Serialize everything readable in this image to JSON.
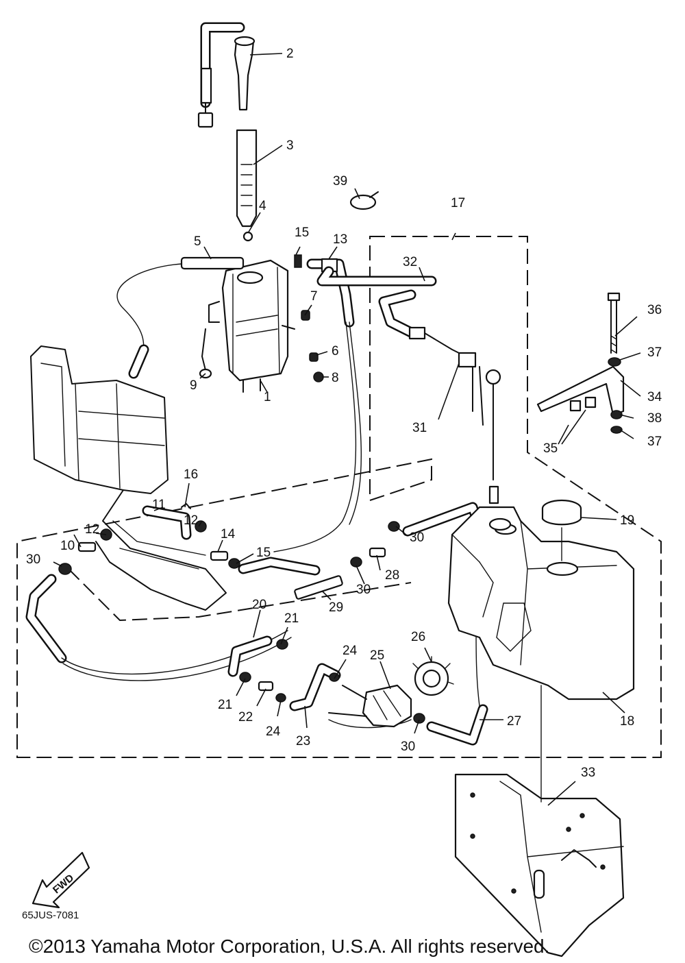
{
  "diagram": {
    "figure_code": "65JUS-7081",
    "copyright": "©2013 Yamaha Motor Corporation, U.S.A. All rights reserved.",
    "direction_label": "FWD",
    "callouts": [
      {
        "id": "c1",
        "text": "1"
      },
      {
        "id": "c2",
        "text": "2"
      },
      {
        "id": "c3",
        "text": "3"
      },
      {
        "id": "c4",
        "text": "4"
      },
      {
        "id": "c5",
        "text": "5"
      },
      {
        "id": "c6",
        "text": "6"
      },
      {
        "id": "c7",
        "text": "7"
      },
      {
        "id": "c8",
        "text": "8"
      },
      {
        "id": "c9",
        "text": "9"
      },
      {
        "id": "c10",
        "text": "10"
      },
      {
        "id": "c11",
        "text": "11"
      },
      {
        "id": "c12a",
        "text": "12"
      },
      {
        "id": "c12b",
        "text": "12"
      },
      {
        "id": "c13",
        "text": "13"
      },
      {
        "id": "c14",
        "text": "14"
      },
      {
        "id": "c15a",
        "text": "15"
      },
      {
        "id": "c15b",
        "text": "15"
      },
      {
        "id": "c16",
        "text": "16"
      },
      {
        "id": "c17",
        "text": "17"
      },
      {
        "id": "c18",
        "text": "18"
      },
      {
        "id": "c19",
        "text": "19"
      },
      {
        "id": "c20",
        "text": "20"
      },
      {
        "id": "c21a",
        "text": "21"
      },
      {
        "id": "c21b",
        "text": "21"
      },
      {
        "id": "c22",
        "text": "22"
      },
      {
        "id": "c23",
        "text": "23"
      },
      {
        "id": "c24a",
        "text": "24"
      },
      {
        "id": "c24b",
        "text": "24"
      },
      {
        "id": "c25",
        "text": "25"
      },
      {
        "id": "c26",
        "text": "26"
      },
      {
        "id": "c27",
        "text": "27"
      },
      {
        "id": "c28",
        "text": "28"
      },
      {
        "id": "c29",
        "text": "29"
      },
      {
        "id": "c30a",
        "text": "30"
      },
      {
        "id": "c30b",
        "text": "30"
      },
      {
        "id": "c30c",
        "text": "30"
      },
      {
        "id": "c30d",
        "text": "30"
      },
      {
        "id": "c31",
        "text": "31"
      },
      {
        "id": "c32",
        "text": "32"
      },
      {
        "id": "c33",
        "text": "33"
      },
      {
        "id": "c34",
        "text": "34"
      },
      {
        "id": "c35",
        "text": "35"
      },
      {
        "id": "c36",
        "text": "36"
      },
      {
        "id": "c37a",
        "text": "37"
      },
      {
        "id": "c37b",
        "text": "37"
      },
      {
        "id": "c38",
        "text": "38"
      },
      {
        "id": "c39",
        "text": "39"
      }
    ]
  }
}
